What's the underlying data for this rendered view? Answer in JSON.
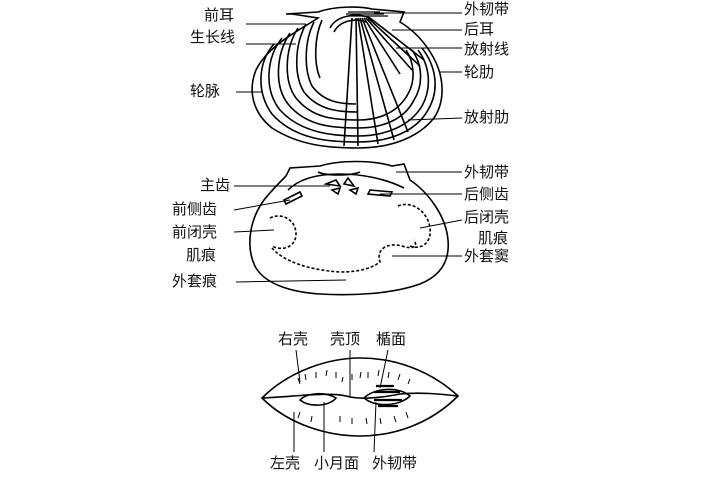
{
  "top_view": {
    "left_labels": [
      "前耳",
      "生长线",
      "轮脉"
    ],
    "right_labels": [
      "外韧带",
      "后耳",
      "放射线",
      "轮肋",
      "放射肋"
    ]
  },
  "inner_view": {
    "left_labels": [
      "主齿",
      "前侧齿",
      "前闭壳",
      "肌痕",
      "外套痕"
    ],
    "right_labels": [
      "外韧带",
      "后侧齿",
      "后闭壳",
      "肌痕",
      "外套窦"
    ]
  },
  "dorsal_view": {
    "top_labels": [
      "右壳",
      "壳顶",
      "楯面"
    ],
    "bottom_labels": [
      "左壳",
      "小月面",
      "外韧带"
    ]
  }
}
